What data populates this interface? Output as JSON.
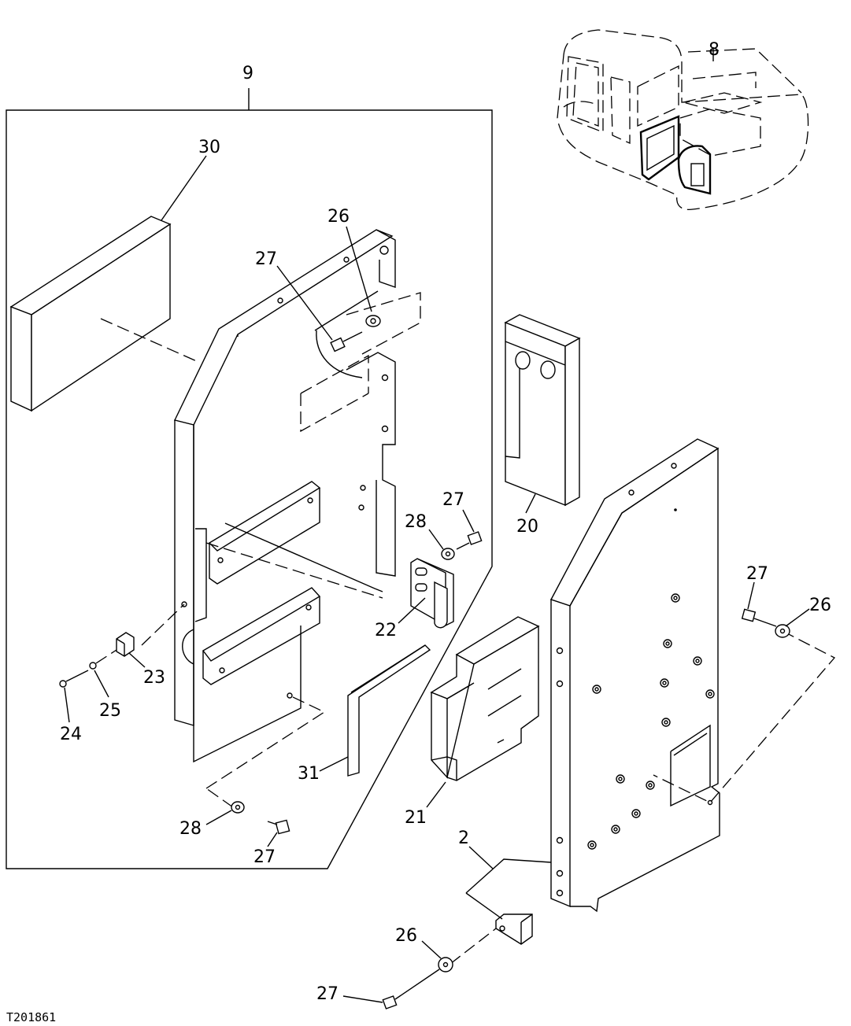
{
  "figure_id": "T201861",
  "labels": {
    "l9": "9",
    "l30": "30",
    "l26a": "26",
    "l27a": "27",
    "l27b": "27",
    "l28a": "28",
    "l20": "20",
    "l22": "22",
    "l23": "23",
    "l25": "25",
    "l24": "24",
    "l31": "31",
    "l21": "21",
    "l28b": "28",
    "l27c": "27",
    "l27d": "27",
    "l26b": "26",
    "l2": "2",
    "l26c": "26",
    "l27e": "27",
    "l8": "8"
  }
}
